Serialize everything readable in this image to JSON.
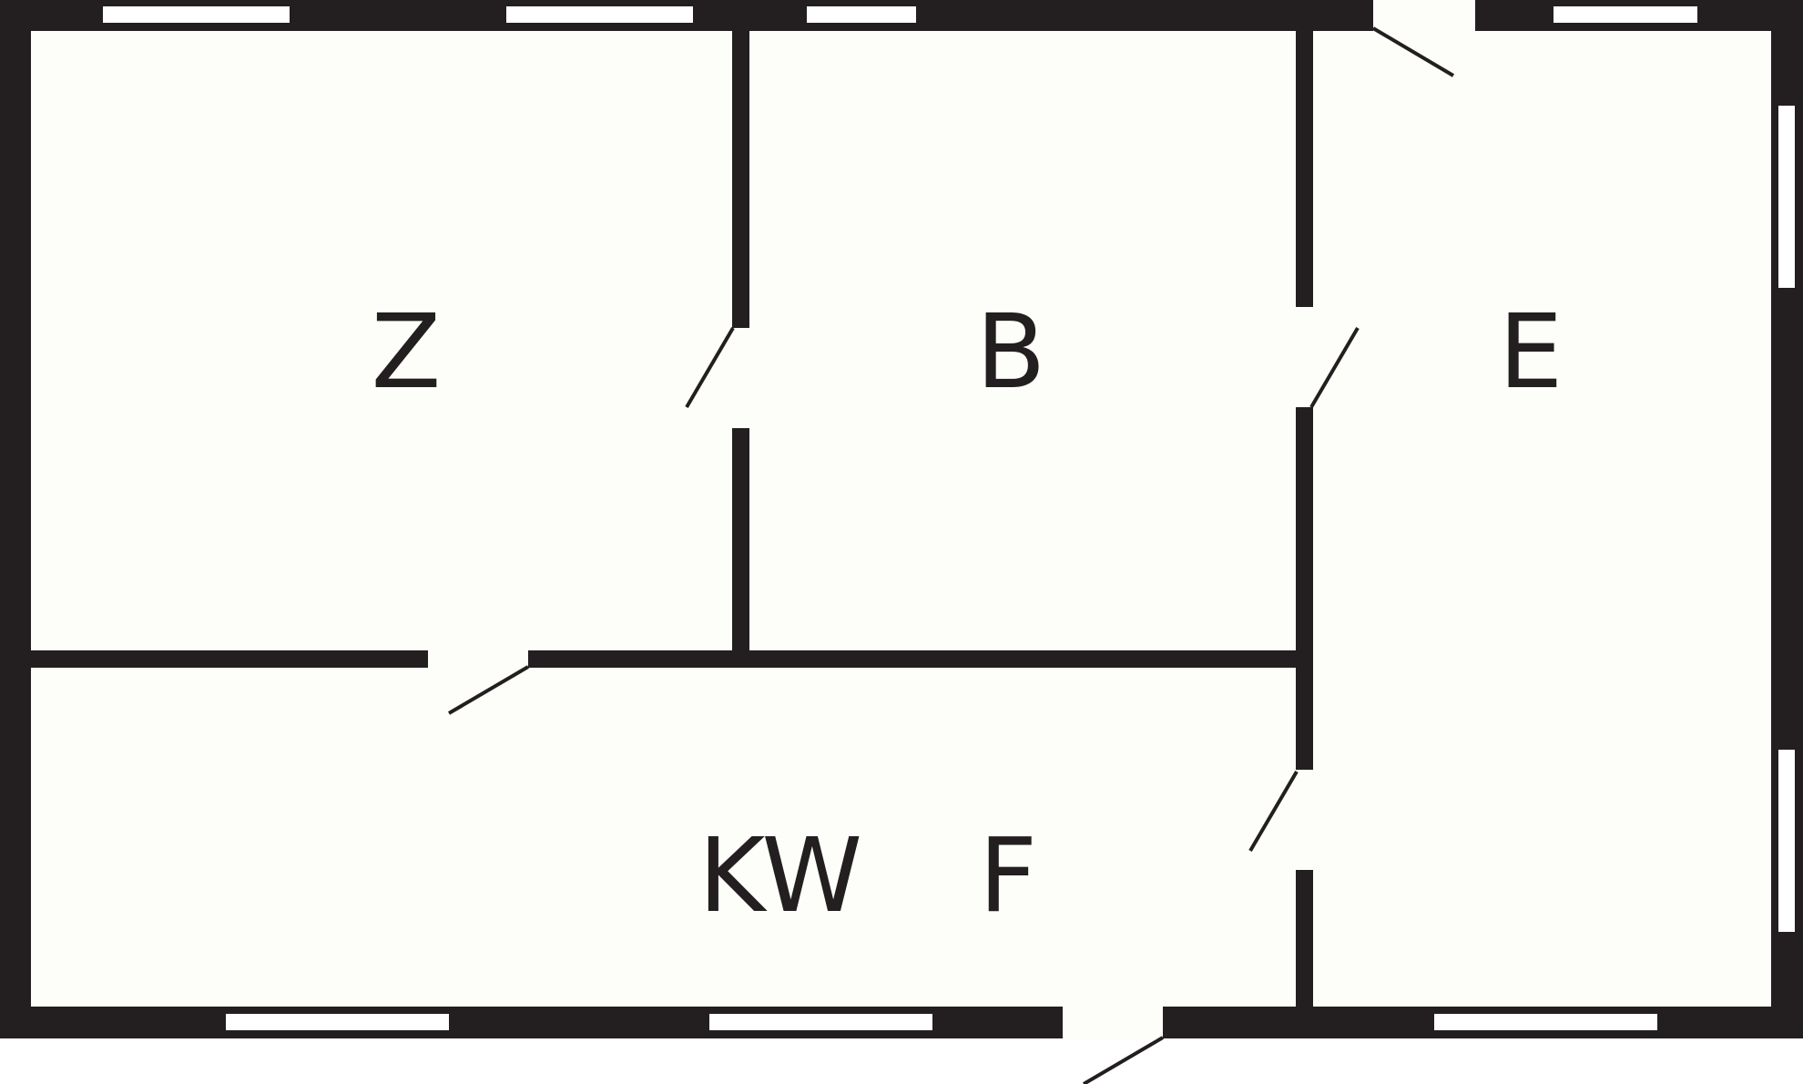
{
  "colors": {
    "wall": "#231f20",
    "floor": "#fdfef9",
    "window": "#ffffff",
    "door_swing": "#231f20"
  },
  "rooms": [
    {
      "id": "Z",
      "label": "Z"
    },
    {
      "id": "B",
      "label": "B"
    },
    {
      "id": "E",
      "label": "E"
    },
    {
      "id": "KW",
      "label": "KW"
    },
    {
      "id": "F",
      "label": "F"
    }
  ]
}
